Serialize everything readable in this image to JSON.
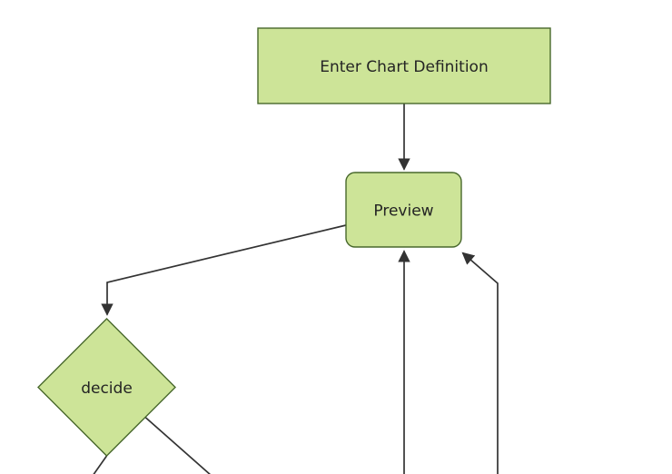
{
  "colors": {
    "background": "#ffffff",
    "node_fill": "#cde498",
    "node_border": "#48682c",
    "edge_color": "#333333",
    "label_color": "#242424"
  },
  "diagram": {
    "type": "flowchart",
    "direction": "top-down",
    "nodes": [
      {
        "id": "A",
        "label": "Enter Chart Definition",
        "shape": "rectangle"
      },
      {
        "id": "B",
        "label": "Preview",
        "shape": "rounded-rectangle"
      },
      {
        "id": "C",
        "label": "decide",
        "shape": "diamond"
      }
    ],
    "edges": [
      {
        "from": "A",
        "to": "B",
        "arrowhead": true
      },
      {
        "from": "B",
        "to": "C",
        "arrowhead": true
      },
      {
        "from": "offscreen-bottom",
        "to": "B",
        "arrowhead": true
      },
      {
        "from": "offscreen-bottom-right",
        "to": "B",
        "arrowhead": true
      },
      {
        "from": "C",
        "to": "offscreen-bottom-left",
        "arrowhead": false
      },
      {
        "from": "C",
        "to": "offscreen-bottom-right",
        "arrowhead": false
      }
    ]
  }
}
